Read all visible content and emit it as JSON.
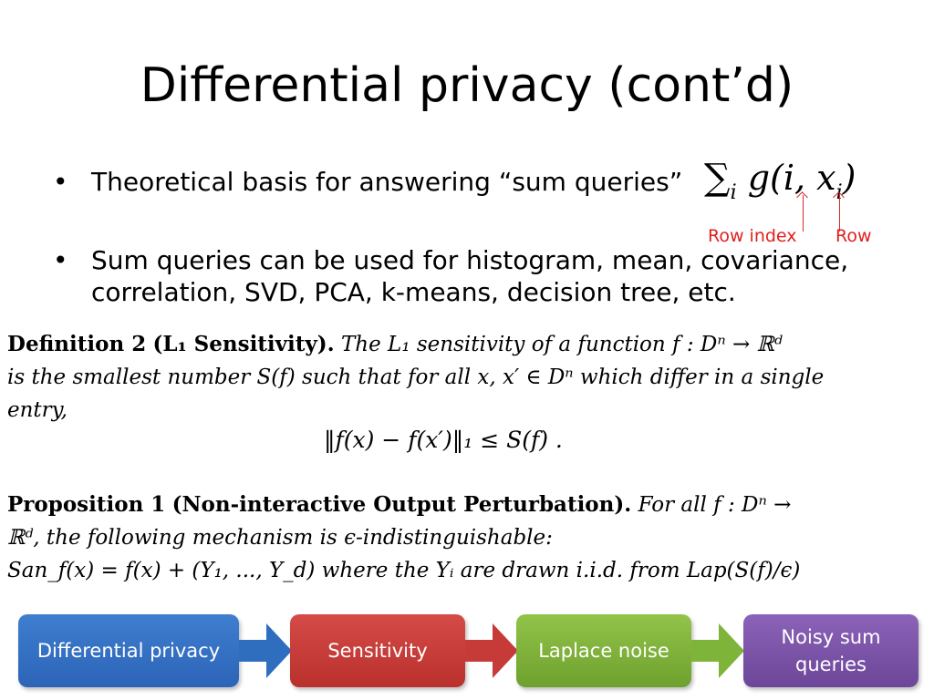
{
  "slide": {
    "title": "Differential privacy (cont’d)",
    "bullets": [
      "Theoretical basis for answering “sum queries”",
      "Sum queries can be used for histogram, mean, covariance,",
      "correlation, SVD, PCA, k-means, decision tree, etc."
    ],
    "bullet_symbol": "•",
    "formula": {
      "sigma": "∑",
      "sub": "i",
      "body": "g(i, x",
      "sub2": "i",
      "close": ")"
    },
    "annotations": {
      "row_index": "Row index",
      "row": "Row",
      "color": "#e02020"
    }
  },
  "paper": {
    "definition": {
      "label": "Definition 2",
      "title": "(L₁ Sensitivity).",
      "line1": "The L₁ sensitivity of a function f : Dⁿ → ℝᵈ",
      "line2": "is the smallest number S(f) such that for all x, x′ ∈ Dⁿ which differ in a single",
      "line3": "entry,",
      "equation": "‖f(x) − f(x′)‖₁ ≤ S(f) ."
    },
    "proposition": {
      "label": "Proposition 1",
      "title": "(Non-interactive Output Perturbation).",
      "line1_rest": "For all f : Dⁿ →",
      "line2": "ℝᵈ, the following mechanism is ϵ-indistinguishable:",
      "line3": "San_f(x) = f(x) + (Y₁, ..., Y_d)    where the Yᵢ are drawn i.i.d. from Lap(S(f)/ϵ)"
    }
  },
  "flow": {
    "steps": [
      "Differential privacy",
      "Sensitivity",
      "Laplace noise",
      "Noisy sum queries"
    ],
    "colors": [
      "#2f6ebf",
      "#c63b38",
      "#7fb43a",
      "#7a52a8"
    ]
  }
}
